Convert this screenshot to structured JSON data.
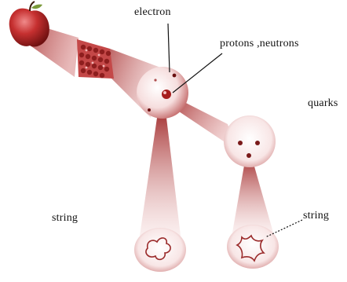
{
  "diagram": {
    "labels": {
      "electron": "electron",
      "protons_neutrons": "protons ,neutrons",
      "quarks": "quarks",
      "string_left": "string",
      "string_right": "string"
    },
    "colors": {
      "accent": "#a42a2a",
      "beam_light": "#e8b4b4",
      "beam_dark": "#b24a4a",
      "background": "#ffffff"
    },
    "icons": [
      "apple-icon",
      "molecule-lattice-icon",
      "atom-sphere-icon",
      "quark-sphere-icon",
      "string-loop-icon"
    ]
  }
}
